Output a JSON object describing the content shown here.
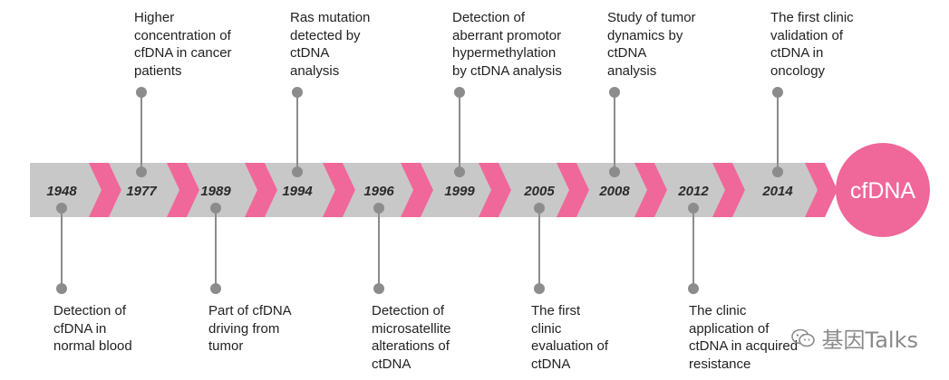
{
  "diagram": {
    "years": [
      "1948",
      "1977",
      "1989",
      "1994",
      "1996",
      "1999",
      "2005",
      "2008",
      "2012",
      "2014"
    ],
    "end_label": "cfDNA",
    "events": [
      {
        "year": "1948",
        "position": "bottom",
        "text": "Detection of\ncfDNA in\nnormal blood"
      },
      {
        "year": "1977",
        "position": "top",
        "text": "Higher\nconcentration of\ncfDNA in cancer\npatients"
      },
      {
        "year": "1989",
        "position": "bottom",
        "text": "Part of cfDNA\ndriving from\ntumor"
      },
      {
        "year": "1994",
        "position": "top",
        "text": "Ras mutation\ndetected by\nctDNA\nanalysis"
      },
      {
        "year": "1996",
        "position": "bottom",
        "text": "Detection of\nmicrosatellite\nalterations of\nctDNA"
      },
      {
        "year": "1999",
        "position": "top",
        "text": "Detection of\naberrant promotor\nhypermethylation\nby ctDNA analysis"
      },
      {
        "year": "2005",
        "position": "bottom",
        "text": "The first\nclinic\nevaluation of\nctDNA"
      },
      {
        "year": "2008",
        "position": "top",
        "text": "Study of tumor\ndynamics by\nctDNA\nanalysis"
      },
      {
        "year": "2012",
        "position": "bottom",
        "text": "The clinic\napplication of\nctDNA in acquired\nresistance"
      },
      {
        "year": "2014",
        "position": "top",
        "text": "The first clinic\nvalidation of\nctDNA in\noncology"
      }
    ],
    "colors": {
      "band": "#c8c8c8",
      "chevron": "#f0679a",
      "circle": "#f0679a",
      "year_text": "#2a2a2a",
      "connector": "#8c8c8c",
      "label_text": "#222222"
    }
  },
  "watermark": {
    "text": "基因Talks",
    "icon": "wechat-icon"
  }
}
